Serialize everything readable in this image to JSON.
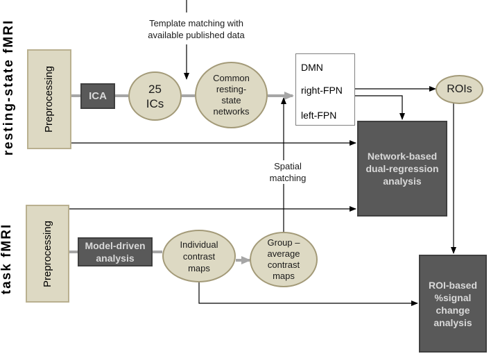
{
  "row_labels": {
    "resting": "resting-state fMRI",
    "task": "task fMRI"
  },
  "nodes": {
    "pre_rest": "Preprocessing",
    "pre_task": "Preprocessing",
    "ica": "ICA",
    "ics": "25\nICs",
    "common": "Common\nresting-\nstate\nnetworks",
    "networks": [
      "DMN",
      "right-FPN",
      "left-FPN"
    ],
    "rois": "ROIs",
    "dual_reg": "Network-based\ndual-regression\nanalysis",
    "model_driven": "Model-driven\nanalysis",
    "individual": "Individual\ncontrast\nmaps",
    "group": "Group –\naverage\ncontrast\nmaps",
    "roi_based": "ROI-based\n%signal\nchange\nanalysis"
  },
  "annotations": {
    "template": "Template matching with\navailable published data",
    "spatial": "Spatial\nmatching"
  },
  "colors": {
    "tan": "#ddd9c3",
    "dark": "#595959",
    "gray_arrow": "#a6a6a6",
    "line": "#000000"
  }
}
